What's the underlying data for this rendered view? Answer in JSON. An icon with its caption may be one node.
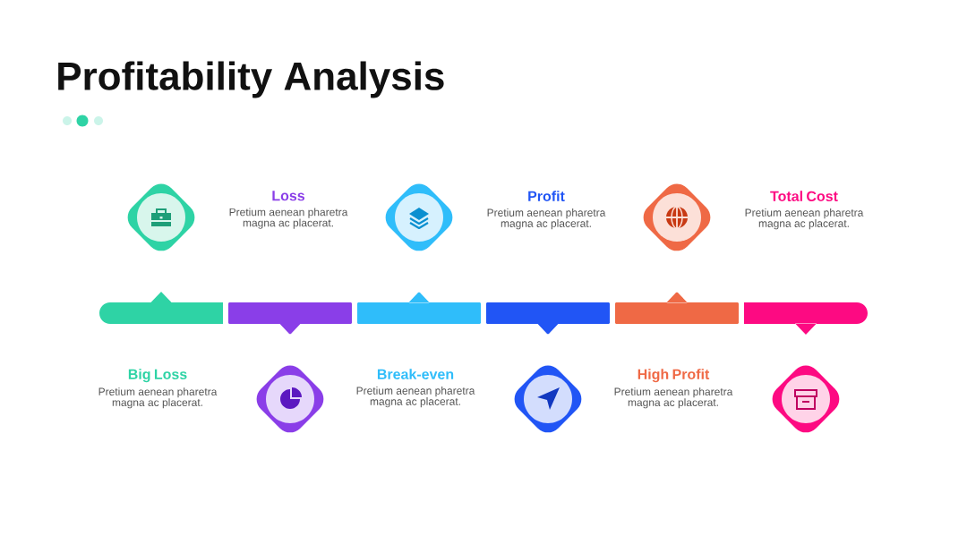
{
  "diagram": {
    "title": "Profitability Analysis",
    "nodes": [
      {
        "text": [
          "Big Loss",
          "Pretium aenean pharetra magna ac placerat."
        ]
      },
      {
        "text": [
          "Loss",
          "Pretium aenean pharetra magna ac placerat."
        ]
      },
      {
        "text": [
          "Break-even",
          "Pretium aenean pharetra magna ac placerat."
        ]
      },
      {
        "text": [
          "Profit",
          "Pretium aenean pharetra magna ac placerat."
        ]
      },
      {
        "text": [
          "High Profit",
          "Pretium aenean pharetra magna ac placerat."
        ]
      },
      {
        "text": [
          "Total Cost",
          "Pretium aenean pharetra magna ac placerat."
        ]
      }
    ]
  }
}
